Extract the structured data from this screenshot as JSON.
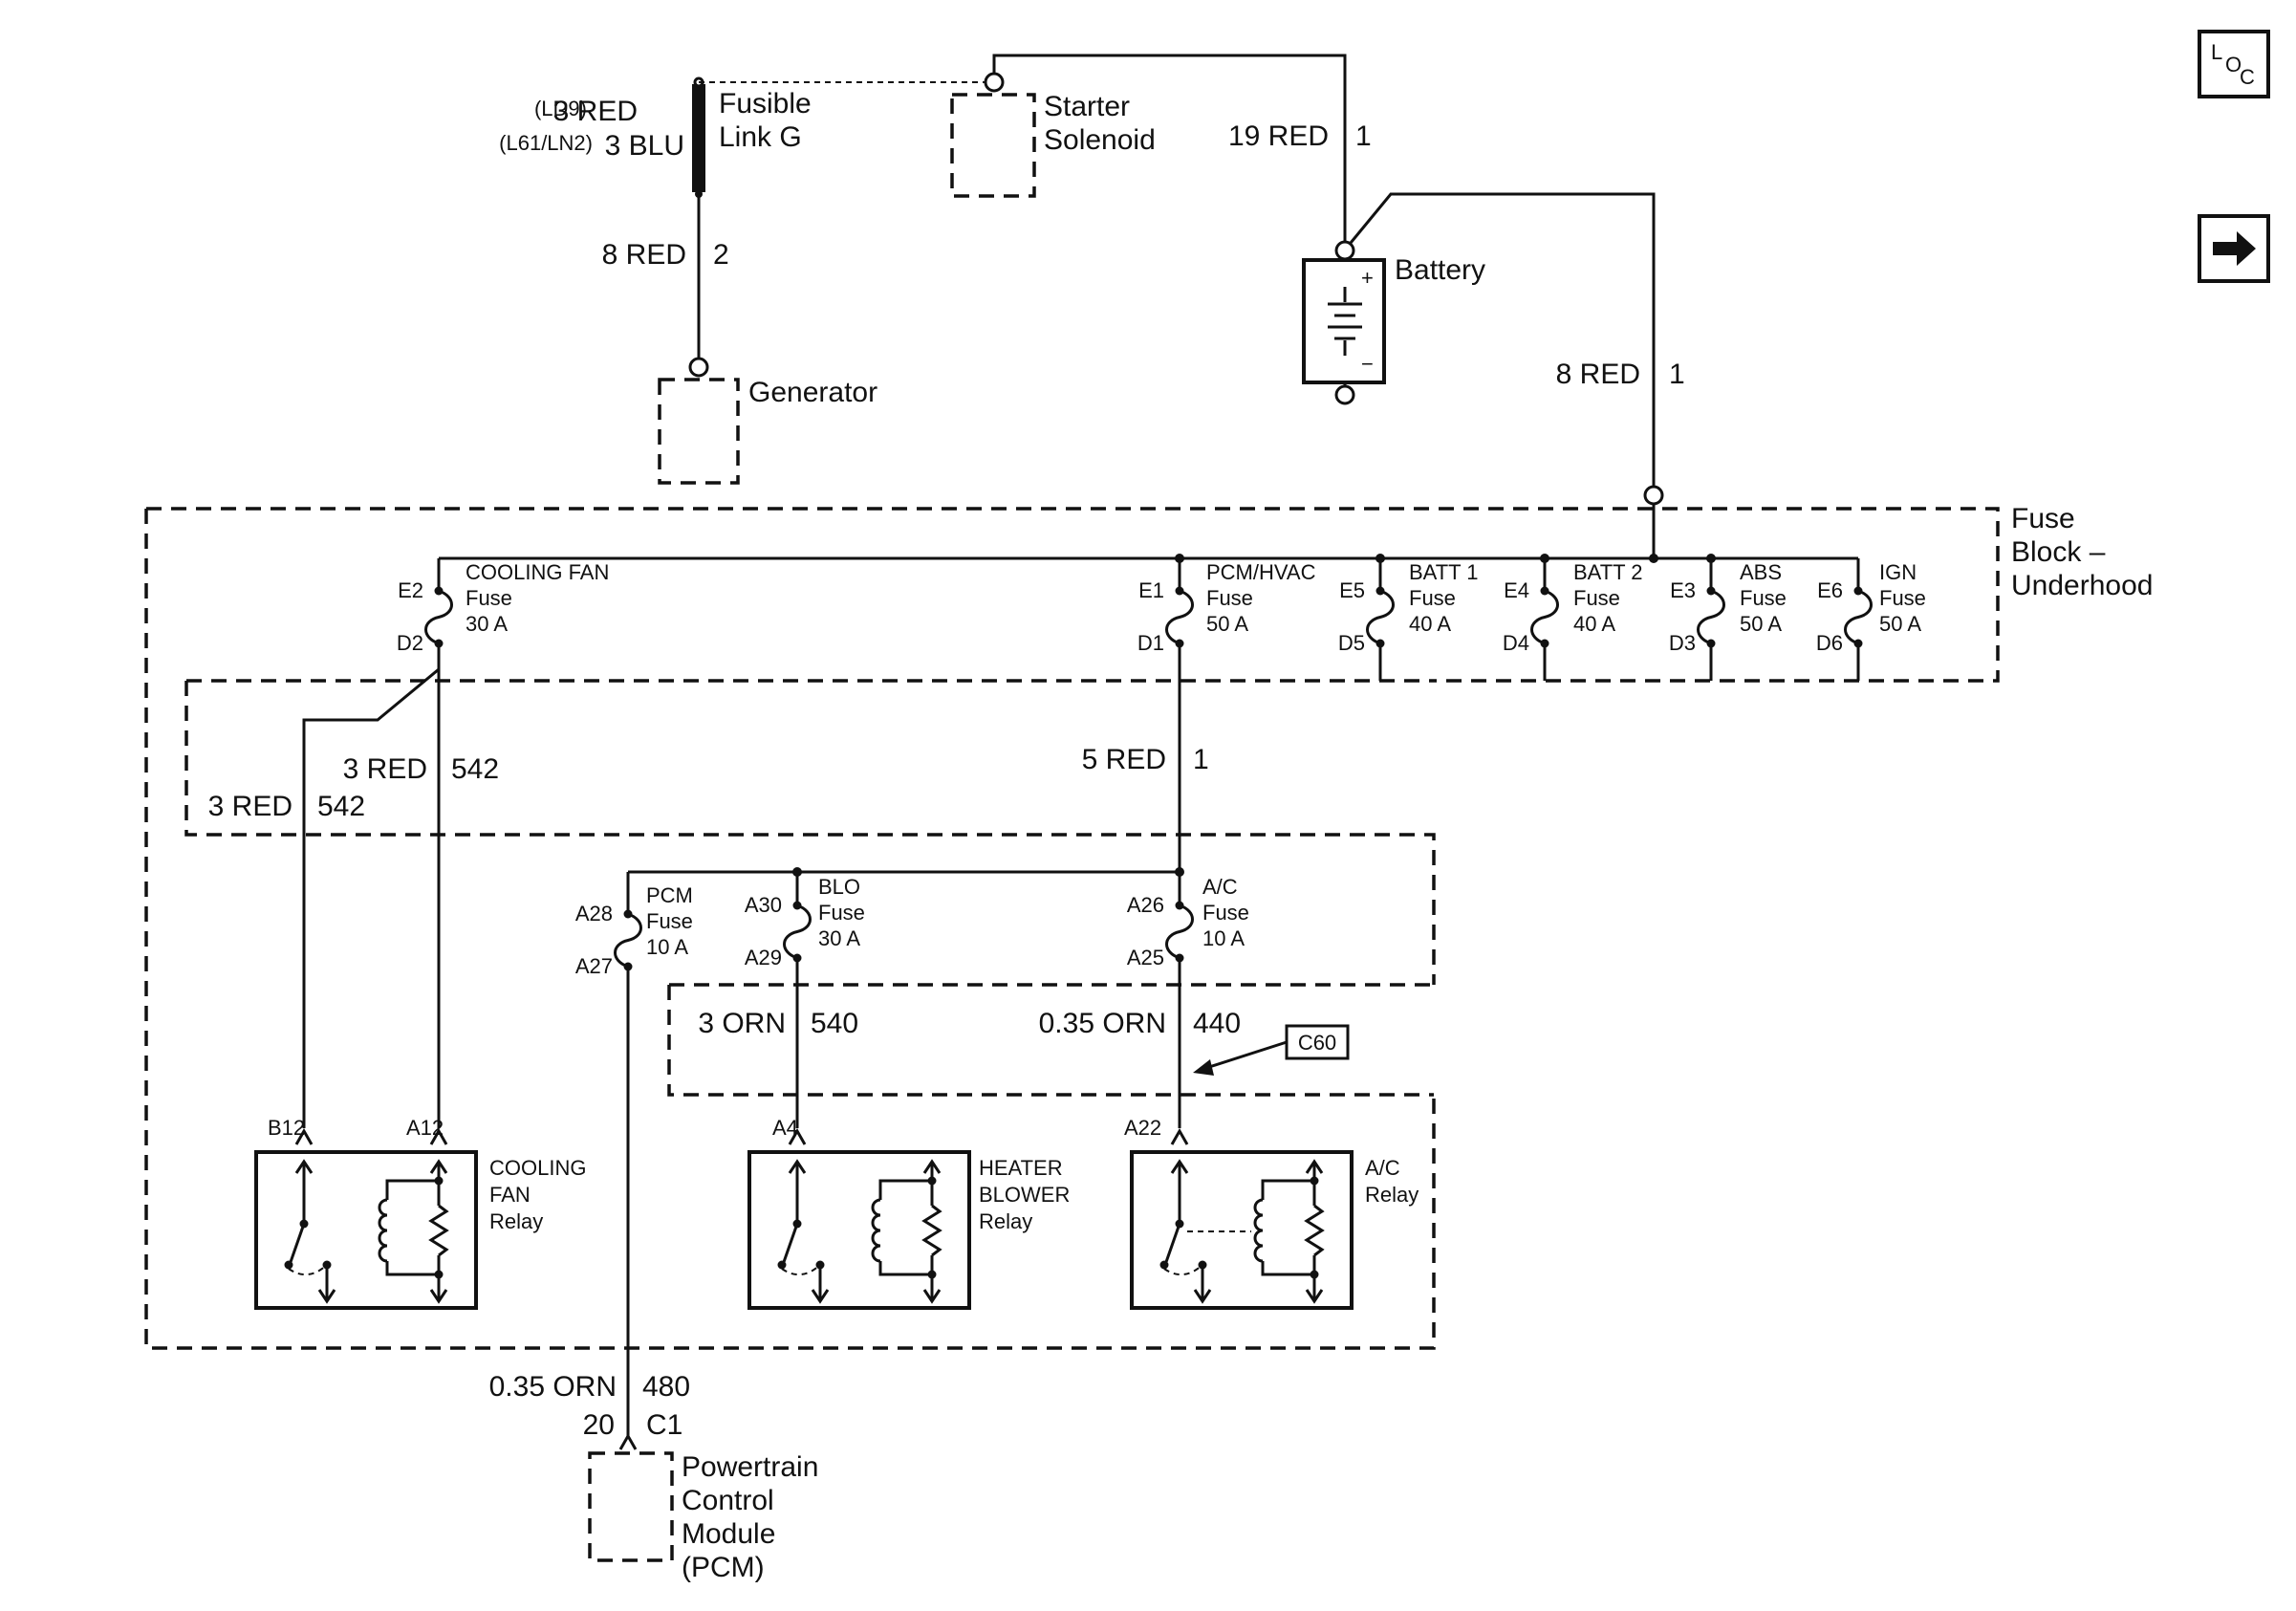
{
  "nav": {
    "loc_button": {
      "l": "L",
      "o": "O",
      "c": "C"
    },
    "next_icon": "right-arrow-icon"
  },
  "components": {
    "fusible_link": {
      "line1": "Fusible",
      "line2": "Link G",
      "wire_top_a": "3 RED",
      "tag_a": "(LD9)",
      "wire_top_b": "3 BLU",
      "tag_b": "(L61/LN2)",
      "wire_bottom": "8 RED",
      "circuit_bottom": "2"
    },
    "starter": {
      "line1": "Starter",
      "line2": "Solenoid"
    },
    "battery": {
      "label": "Battery",
      "wire_top": "19 RED",
      "circuit_top": "1",
      "wire_right": "8 RED",
      "circuit_right": "1",
      "plus": "+",
      "minus": "−"
    },
    "generator": {
      "label": "Generator"
    },
    "fuse_block": {
      "line1": "Fuse",
      "line2": "Block –",
      "line3": "Underhood"
    },
    "pcm": {
      "line1": "Powertrain",
      "line2": "Control",
      "line3": "Module",
      "line4": "(PCM)",
      "wire": "0.35 ORN",
      "circuit": "480",
      "pin": "20",
      "connector": "C1"
    },
    "connector_c60": "C60"
  },
  "fuses": [
    {
      "top_pin": "E2",
      "bottom_pin": "D2",
      "name": "COOLING FAN",
      "type": "Fuse",
      "rating": "30 A"
    },
    {
      "top_pin": "E1",
      "bottom_pin": "D1",
      "name": "PCM/HVAC",
      "type": "Fuse",
      "rating": "50 A"
    },
    {
      "top_pin": "E5",
      "bottom_pin": "D5",
      "name": "BATT 1",
      "type": "Fuse",
      "rating": "40 A"
    },
    {
      "top_pin": "E4",
      "bottom_pin": "D4",
      "name": "BATT 2",
      "type": "Fuse",
      "rating": "40 A"
    },
    {
      "top_pin": "E3",
      "bottom_pin": "D3",
      "name": "ABS",
      "type": "Fuse",
      "rating": "50 A"
    },
    {
      "top_pin": "E6",
      "bottom_pin": "D6",
      "name": "IGN",
      "type": "Fuse",
      "rating": "50 A"
    },
    {
      "top_pin": "A28",
      "bottom_pin": "A27",
      "name": "PCM",
      "type": "Fuse",
      "rating": "10 A"
    },
    {
      "top_pin": "A30",
      "bottom_pin": "A29",
      "name": "BLO",
      "type": "Fuse",
      "rating": "30 A"
    },
    {
      "top_pin": "A26",
      "bottom_pin": "A25",
      "name": "A/C",
      "type": "Fuse",
      "rating": "10 A"
    }
  ],
  "wires": {
    "cooling_a": {
      "gauge": "3 RED",
      "circuit": "542"
    },
    "cooling_b": {
      "gauge": "3 RED",
      "circuit": "542"
    },
    "pcm_hvac": {
      "gauge": "5 RED",
      "circuit": "1"
    },
    "blower": {
      "gauge": "3 ORN",
      "circuit": "540"
    },
    "ac": {
      "gauge": "0.35 ORN",
      "circuit": "440"
    }
  },
  "relays": [
    {
      "pin_a": "B12",
      "pin_b": "A12",
      "line1": "COOLING",
      "line2": "FAN",
      "line3": "Relay"
    },
    {
      "pin_a": "A4",
      "line1": "HEATER",
      "line2": "BLOWER",
      "line3": "Relay"
    },
    {
      "pin_a": "A22",
      "line1": "A/C",
      "line2": "Relay"
    }
  ]
}
